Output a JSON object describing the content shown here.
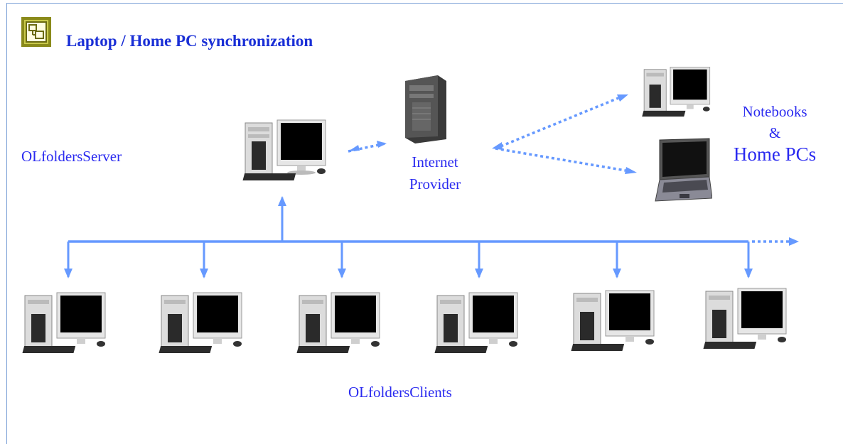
{
  "title": "Laptop / Home PC synchronization",
  "labels": {
    "server": "OLfoldersServer",
    "provider_line1": "Internet",
    "provider_line2": "Provider",
    "notebooks_line1": "Notebooks",
    "notebooks_line2": "&",
    "notebooks_line3": "Home PCs",
    "clients": "OLfoldersClients"
  },
  "colors": {
    "accent": "#6699ff",
    "text_blue": "#1a2fd6",
    "logo": "#8a8a1a"
  },
  "icons": [
    "app-logo-icon",
    "server-pc-icon",
    "internet-provider-tower-icon",
    "home-pc-icon",
    "notebook-laptop-icon",
    "client-pc-icon"
  ]
}
